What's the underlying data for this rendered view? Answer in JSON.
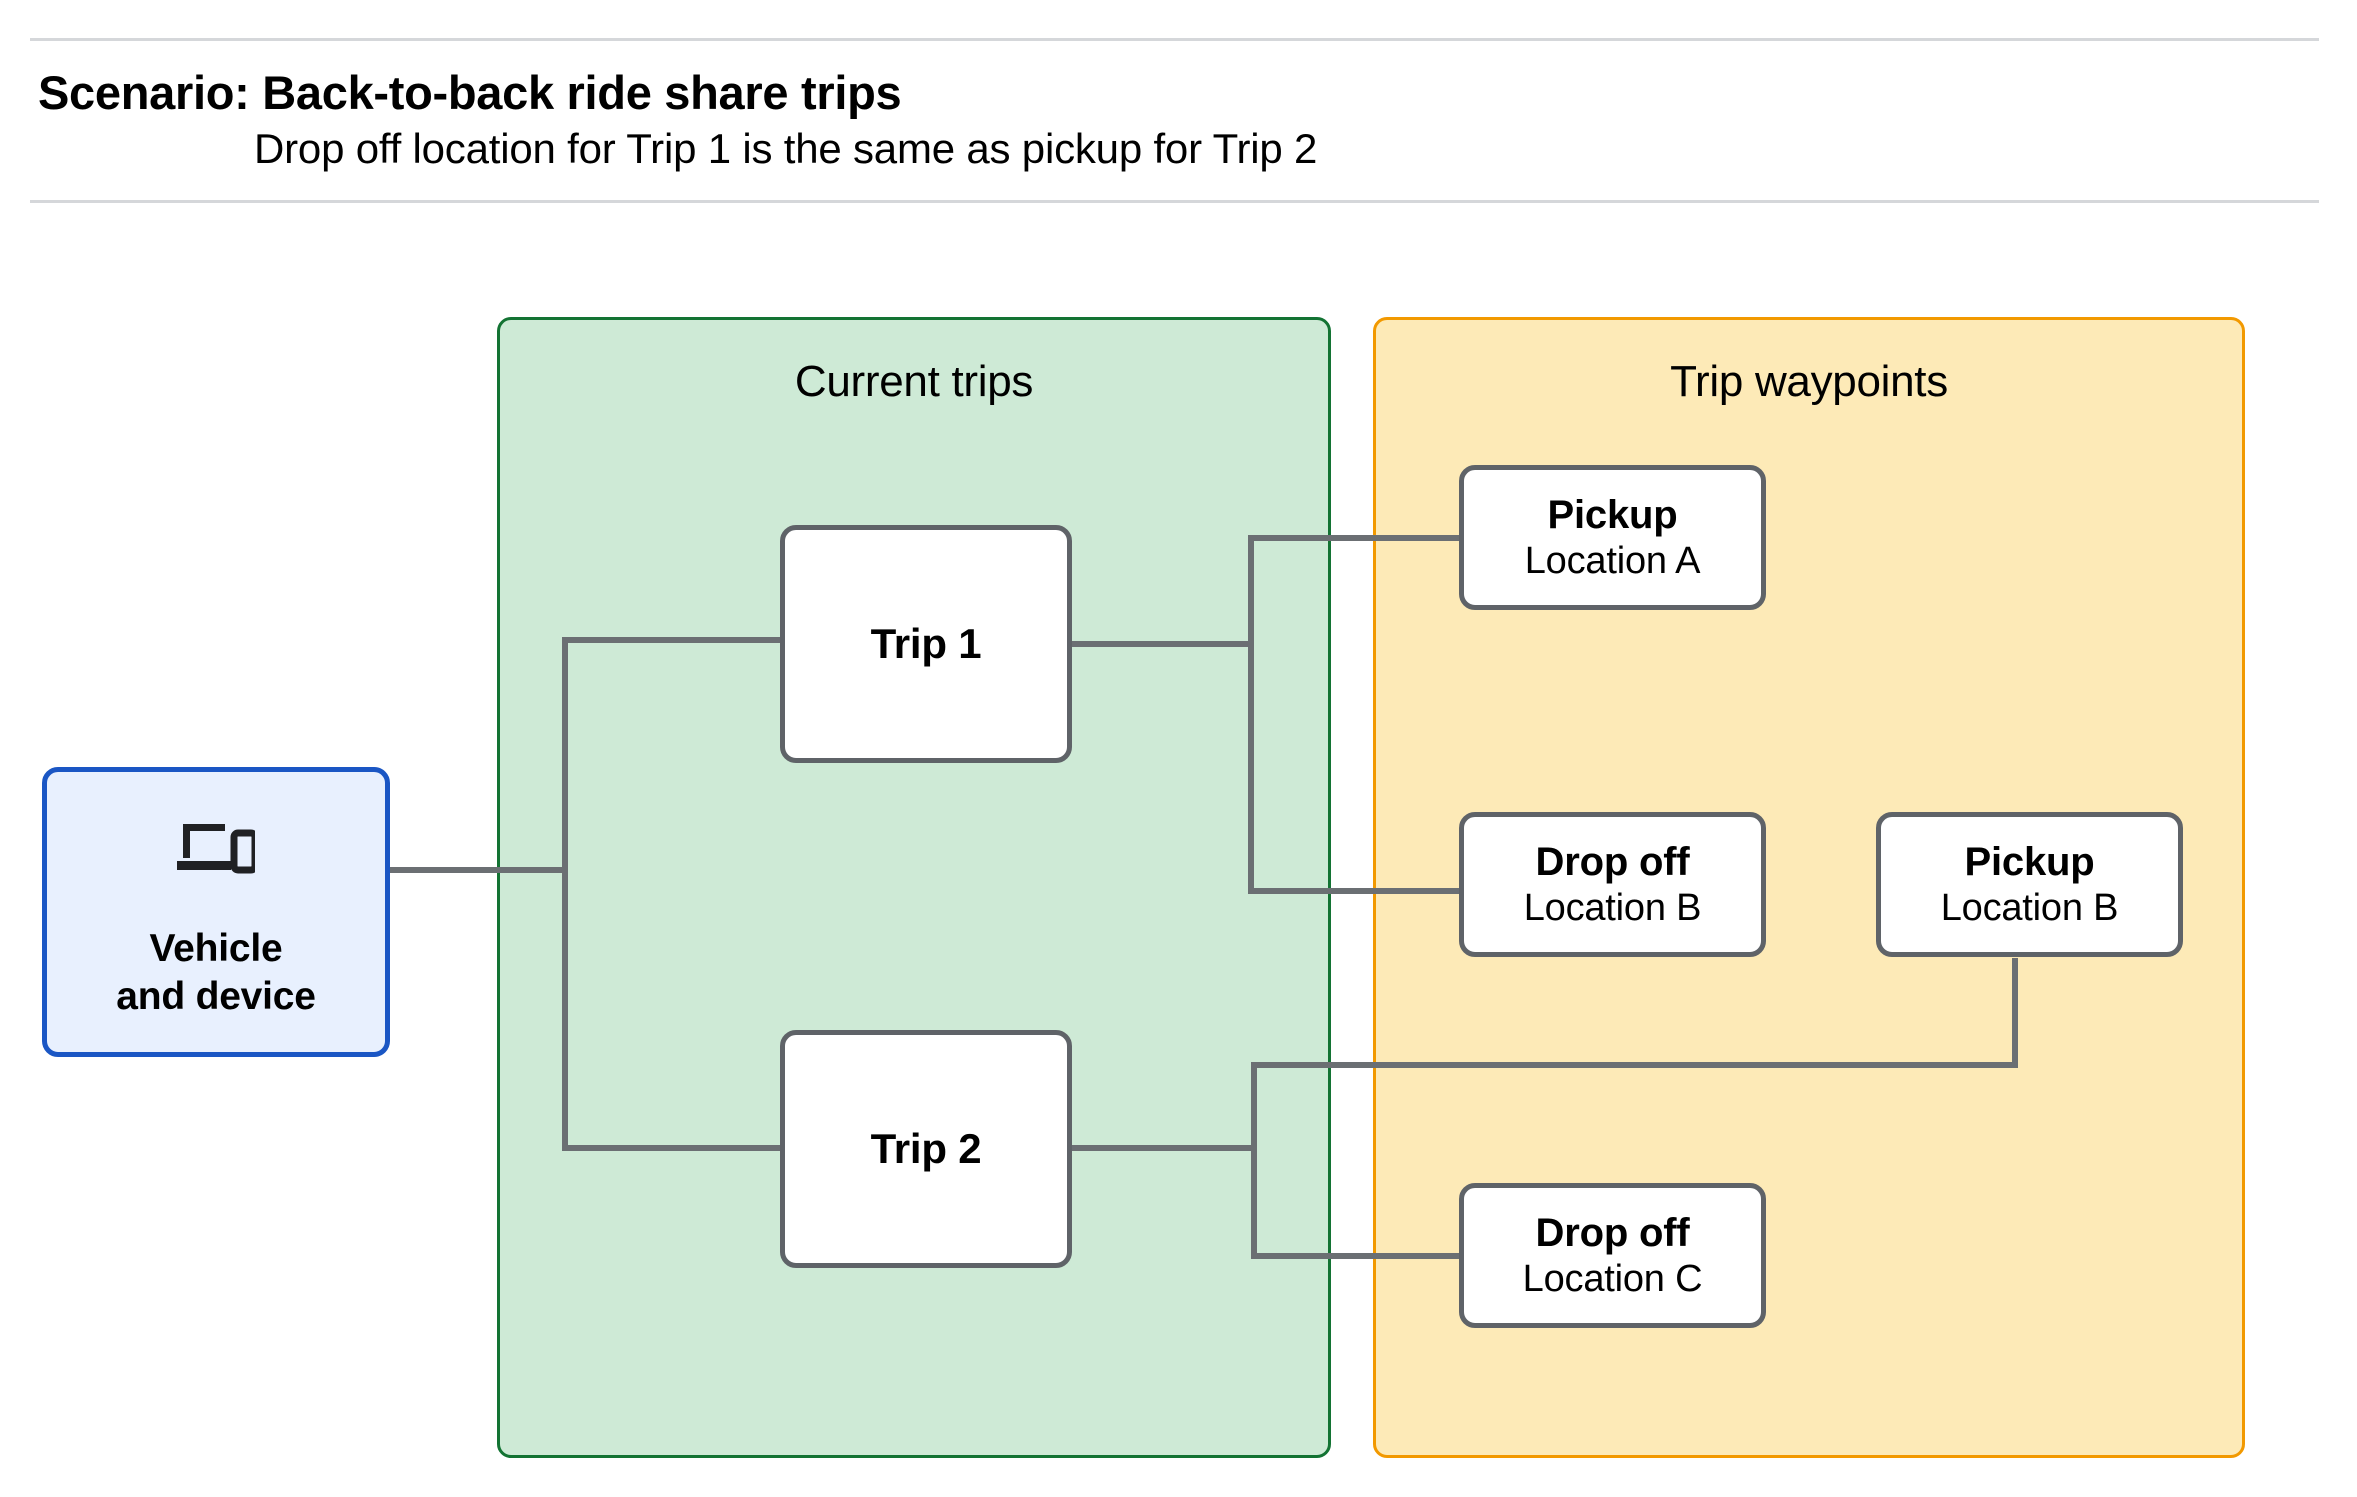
{
  "header": {
    "title": "Scenario: Back-to-back ride share trips",
    "subtitle": "Drop off  location for Trip 1 is the same as pickup for Trip 2"
  },
  "colors": {
    "current_trips_fill": "#ceead6",
    "current_trips_border": "#137333",
    "trip_waypoints_fill": "#fdeab7",
    "trip_waypoints_border": "#f29900",
    "vehicle_fill": "#e8f0fe",
    "vehicle_border": "#1a56c4",
    "node_border": "#5f6368",
    "connector": "#6b6f73",
    "rule": "#d5d7da"
  },
  "vehicle": {
    "label": "Vehicle\nand device",
    "icon": "devices-icon"
  },
  "panels": [
    {
      "id": "current-trips",
      "title": "Current trips"
    },
    {
      "id": "trip-waypoints",
      "title": "Trip waypoints"
    }
  ],
  "trips": [
    {
      "id": "trip-1",
      "label": "Trip 1"
    },
    {
      "id": "trip-2",
      "label": "Trip 2"
    }
  ],
  "waypoints": [
    {
      "id": "pickup-a",
      "type": "Pickup",
      "location": "Location A"
    },
    {
      "id": "dropoff-b",
      "type": "Drop off",
      "location": "Location B"
    },
    {
      "id": "pickup-b",
      "type": "Pickup",
      "location": "Location B"
    },
    {
      "id": "dropoff-c",
      "type": "Drop off",
      "location": "Location C"
    }
  ],
  "connections": [
    {
      "from": "vehicle",
      "to": "trip-1"
    },
    {
      "from": "vehicle",
      "to": "trip-2"
    },
    {
      "from": "trip-1",
      "to": "pickup-a"
    },
    {
      "from": "trip-1",
      "to": "dropoff-b"
    },
    {
      "from": "trip-2",
      "to": "pickup-b"
    },
    {
      "from": "trip-2",
      "to": "dropoff-c"
    }
  ]
}
